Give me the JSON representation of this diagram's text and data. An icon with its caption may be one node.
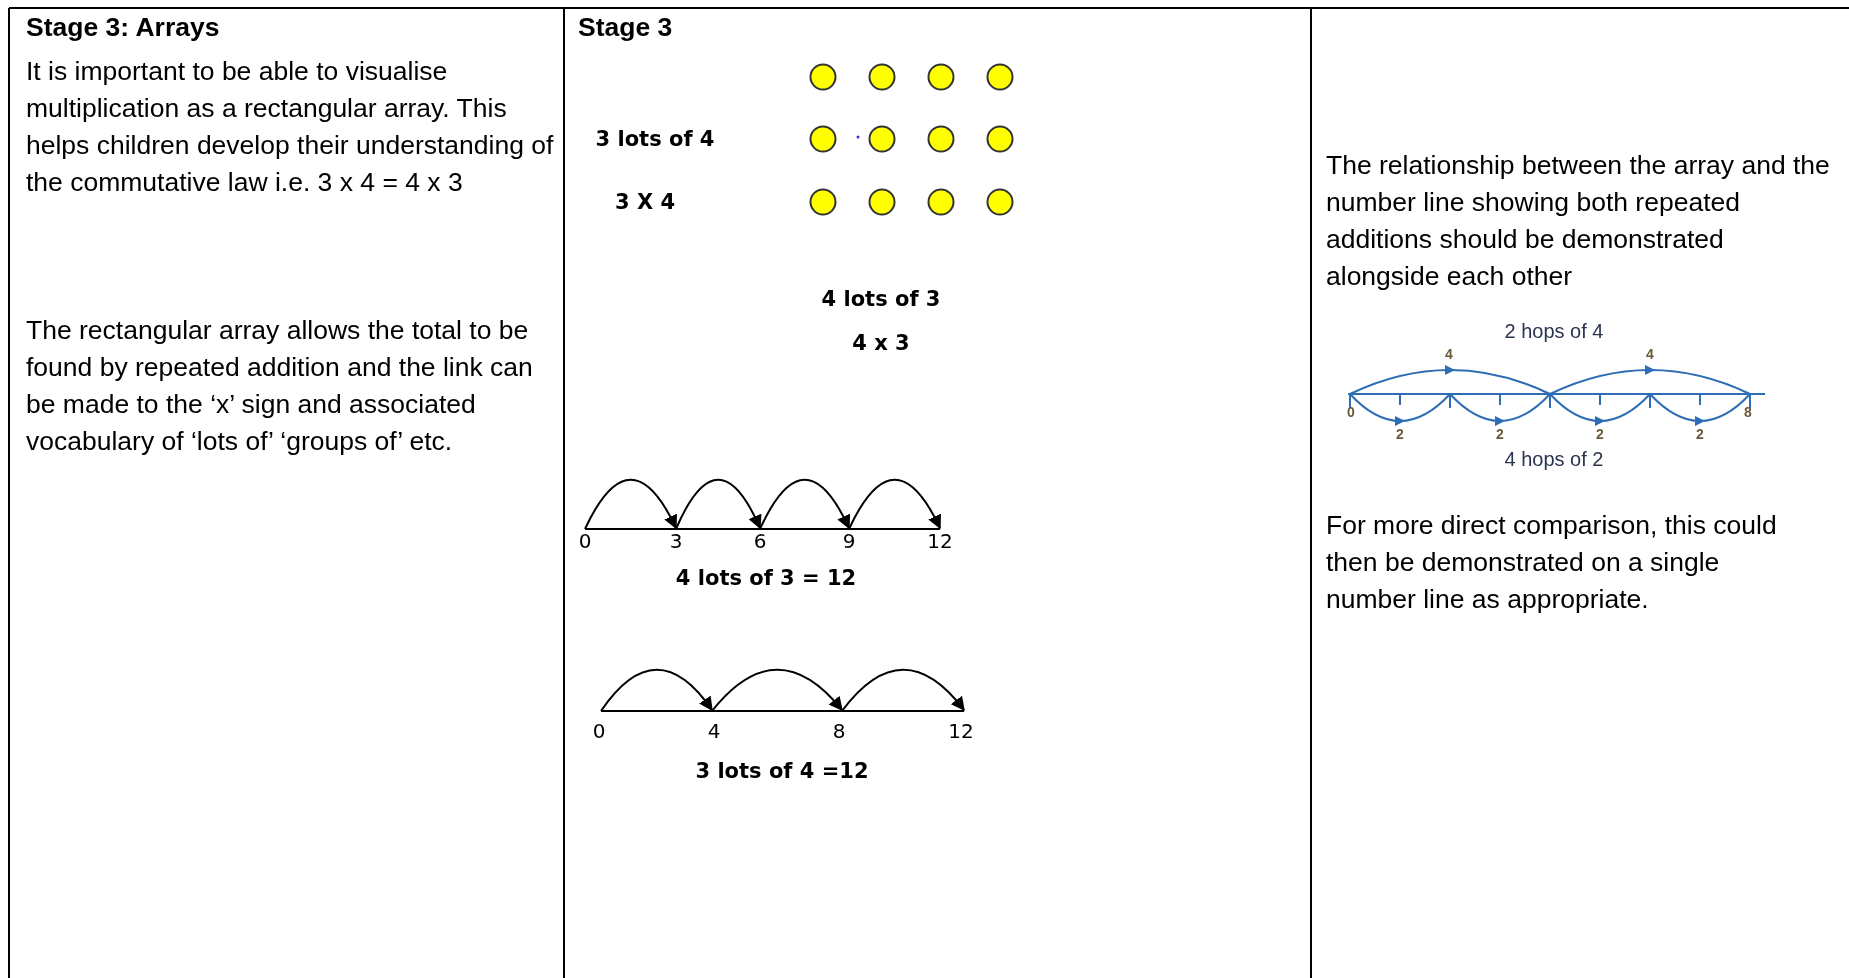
{
  "diagram": {
    "labels": [
      "Stage 3: Arrays",
      "It is important to be able to visualise multiplication as a rectangular array. This helps children develop their understanding of the commutative law i.e. 3 x 4 = 4 x 3",
      "The rectangular array allows the total to be found by repeated addition and the link can be made to the ‘x’ sign and associated vocabulary of ‘lots of’ ‘groups of’ etc.",
      "Stage 3",
      "3 lots of 4",
      "3 X 4",
      "4 lots of 3",
      "4 x 3",
      "0",
      "3",
      "6",
      "9",
      "12",
      "4 lots of 3 = 12",
      "0",
      "4",
      "8",
      "12",
      "3 lots of 4 =12",
      "The relationship between the array and the number line showing both repeated additions should be demonstrated alongside each other",
      "2 hops of 4",
      "4",
      "4",
      "0",
      "8",
      "2",
      "2",
      "2",
      "2",
      "4 hops of 2",
      "For more direct comparison, this could then be demonstrated on a single number line as appropriate."
    ]
  }
}
